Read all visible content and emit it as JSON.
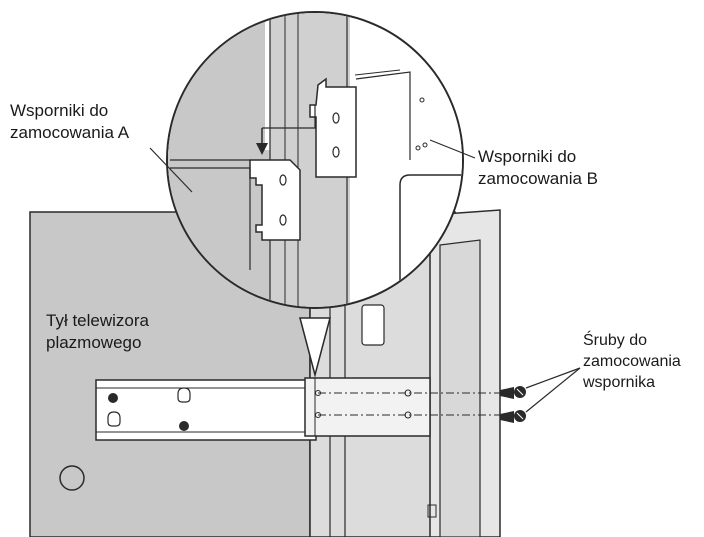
{
  "labels": {
    "brackets_a": {
      "line1": "Wsporniki do",
      "line2": "zamocowania A"
    },
    "brackets_b": {
      "line1": "Wsporniki do",
      "line2": "zamocowania B"
    },
    "tv_back": {
      "line1": "Tył telewizora",
      "line2": "plazmowego"
    },
    "screws": {
      "line1": "Śruby do",
      "line2": "zamocowania",
      "line3": "wspornika"
    }
  },
  "colors": {
    "panel_gray": "#c8c8c8",
    "outline": "#2a2a2a",
    "bracket_fill": "#ffffff",
    "label_text": "#1a1a1a"
  },
  "icons": {
    "screw": "screw-icon",
    "arrow": "down-arrow-icon"
  }
}
